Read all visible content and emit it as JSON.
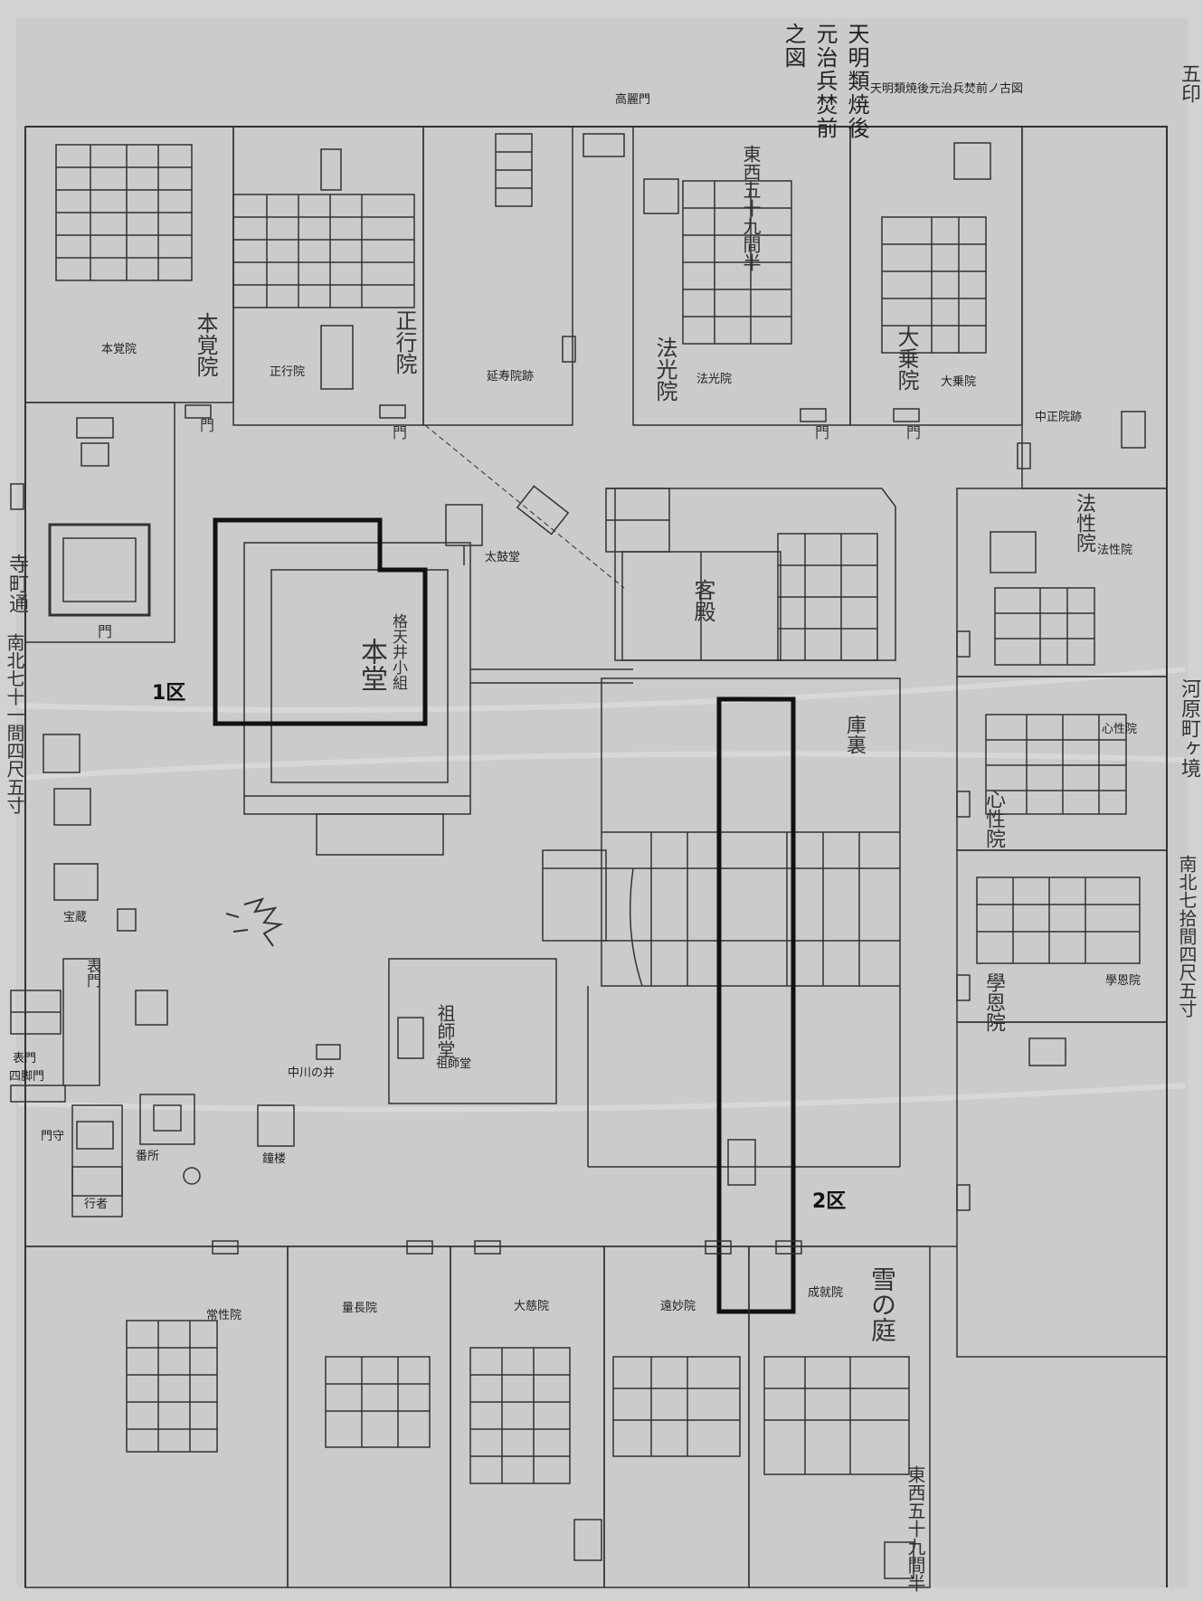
{
  "title_caption": "天明類焼後元治兵焚前ノ古図",
  "title_print": "天明類焼後元治兵焚前之図",
  "zones": {
    "zone1": "1区",
    "zone2": "2区"
  },
  "labels": {
    "koraimon": "高麗門",
    "hongakuin": "本覚院",
    "shogyoin": "正行院",
    "enjuin": "延寿院跡",
    "hokoin": "法光院",
    "daijoin": "大乗院",
    "chushoin": "中正院跡",
    "taikodo": "太鼓堂",
    "hoshoin": "法性院",
    "shinshoin": "心性院",
    "hozo": "宝蔵",
    "nakagawa": "中川の井",
    "soshido": "祖師堂",
    "gakuonin": "學恩院",
    "omotemon": "表門",
    "yotsuashimon": "四脚門",
    "monmori": "門守",
    "bansho": "番所",
    "shoro": "鐘楼",
    "gyoja": "行者",
    "joshoin": "常性院",
    "ryochoin": "量長院",
    "daijiin": "大慈院",
    "onmyoin": "遠妙院",
    "jojuin": "成就院"
  },
  "print_text": {
    "hondo": "本堂",
    "hondo_ceiling": "格天井小組",
    "soshido_print": "祖師堂",
    "teramachi": "寺町通",
    "kawaramachi": "河原町ヶ境",
    "nanboku_left": "南北七十一間四尺五寸",
    "nanboku_right": "南北七拾間四尺五寸",
    "tozai_top": "東西五十九間半",
    "tozai_bottom": "東西五十九間半",
    "hokoin_print": "法光院",
    "shogyoin_print": "正行院",
    "hongakuin_print": "本覚院",
    "daijoin_print": "大乗院",
    "hoshoin_print": "法性院",
    "shinshoin_print": "心性院",
    "gakuonin_print": "學恩院",
    "kyakuden": "客殿",
    "kuri": "庫裏",
    "yuki": "雪の庭",
    "tokiwa": "表門",
    "nijuuichiban": "五印",
    "mon": "門"
  }
}
